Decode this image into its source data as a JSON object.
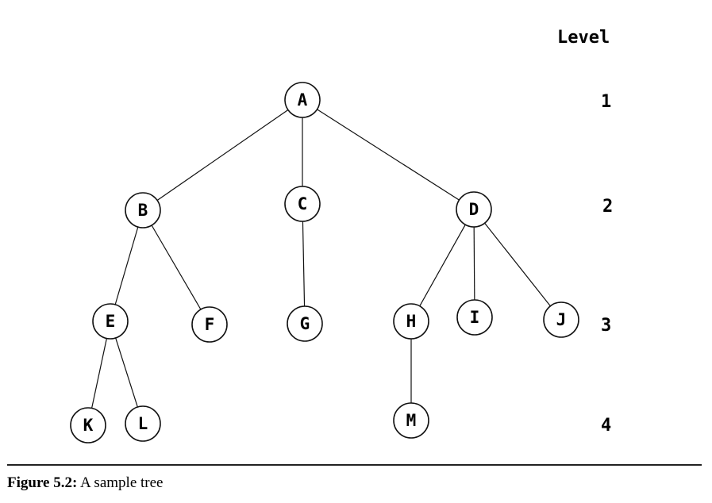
{
  "level_header": "Level",
  "levels": [
    "1",
    "2",
    "3",
    "4"
  ],
  "nodes": {
    "A": "A",
    "B": "B",
    "C": "C",
    "D": "D",
    "E": "E",
    "F": "F",
    "G": "G",
    "H": "H",
    "I": "I",
    "J": "J",
    "K": "K",
    "L": "L",
    "M": "M"
  },
  "edges": [
    [
      "A",
      "B"
    ],
    [
      "A",
      "C"
    ],
    [
      "A",
      "D"
    ],
    [
      "B",
      "E"
    ],
    [
      "B",
      "F"
    ],
    [
      "C",
      "G"
    ],
    [
      "D",
      "H"
    ],
    [
      "D",
      "I"
    ],
    [
      "D",
      "J"
    ],
    [
      "E",
      "K"
    ],
    [
      "E",
      "L"
    ],
    [
      "H",
      "M"
    ]
  ],
  "caption": {
    "label": "Figure 5.2:",
    "text": " A sample tree"
  }
}
